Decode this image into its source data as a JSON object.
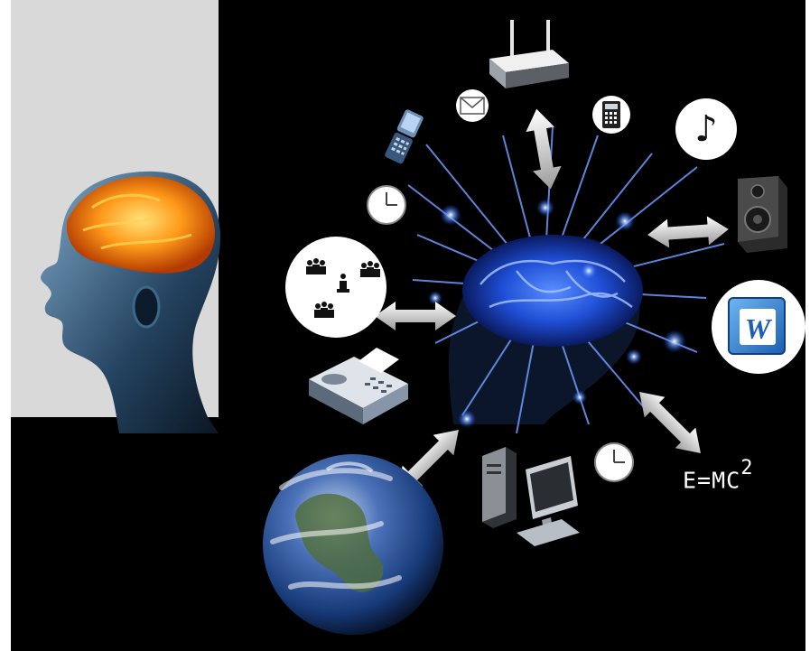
{
  "formula": {
    "base": "E=MC",
    "exponent": "2"
  },
  "icons": {
    "word": "W",
    "music": "♪"
  }
}
